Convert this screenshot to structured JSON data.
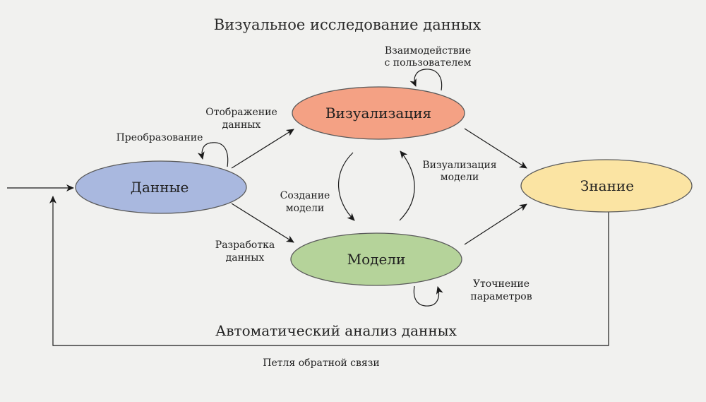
{
  "title": "Визуальное исследование данных",
  "nodes": {
    "data": {
      "label": "Данные",
      "color": "#a9b8df"
    },
    "visualization": {
      "label": "Визуализация",
      "color": "#f4a184"
    },
    "models": {
      "label": "Модели",
      "color": "#b5d39a"
    },
    "knowledge": {
      "label": "Знание",
      "color": "#fbe4a3"
    }
  },
  "edge_labels": {
    "user_interaction": [
      "Взаимодействие",
      "с пользователем"
    ],
    "data_display": [
      "Отображение",
      "данных"
    ],
    "transformation": "Преобразование",
    "model_visualization": [
      "Визуализация",
      "модели"
    ],
    "model_creation": [
      "Создание",
      "модели"
    ],
    "data_development": [
      "Разработка",
      "данных"
    ],
    "parameter_refinement": [
      "Уточнение",
      "параметров"
    ]
  },
  "automatic_analysis": "Автоматический анализ данных",
  "feedback_loop": "Петля обратной связи",
  "colors": {
    "background": "#f1f1ef",
    "stroke": "#1a1a1a",
    "ellipse_border": "#5a5a5a"
  }
}
